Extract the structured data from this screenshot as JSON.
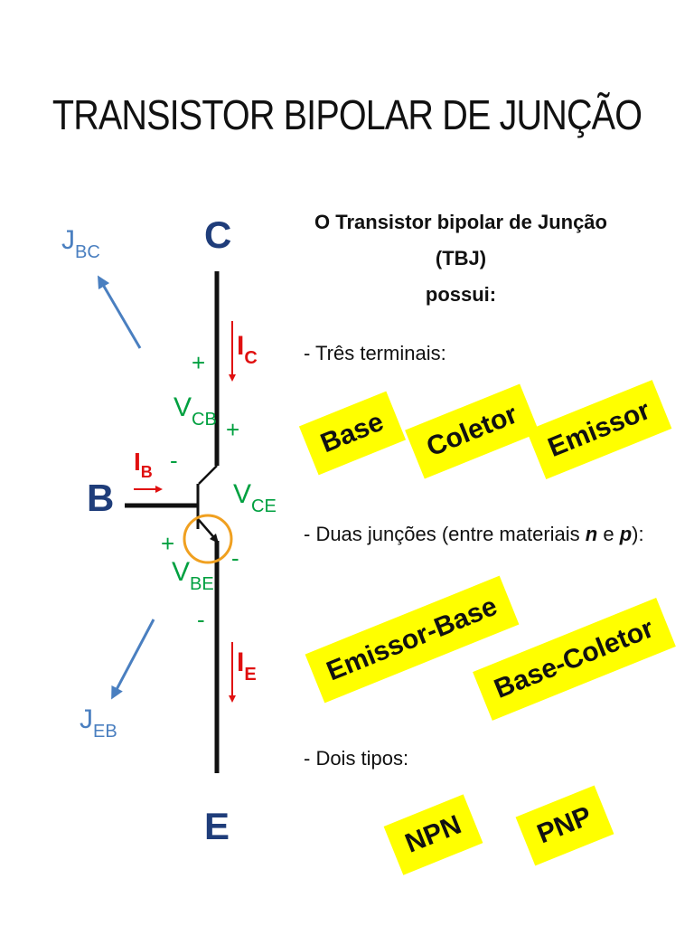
{
  "title": "TRANSISTOR BIPOLAR DE JUNÇÃO",
  "intro": {
    "line1": "O Transistor bipolar de Junção (TBJ)",
    "line2": "possui:"
  },
  "sections": {
    "terminals": "- Três terminais:",
    "junctions": {
      "prefix": "- Duas junções (entre materiais ",
      "n": "n",
      "and": " e ",
      "p": "p",
      "suffix": "):"
    },
    "types": "- Dois tipos:"
  },
  "tags": {
    "base": "Base",
    "coletor": "Coletor",
    "emissor": "Emissor",
    "emissor_base": "Emissor-Base",
    "base_coletor": "Base-Coletor",
    "npn": "NPN",
    "pnp": "PNP"
  },
  "diagram": {
    "terminal_c": "C",
    "terminal_b": "B",
    "terminal_e": "E",
    "ic": {
      "main": "I",
      "sub": "C"
    },
    "ib": {
      "main": "I",
      "sub": "B"
    },
    "ie": {
      "main": "I",
      "sub": "E"
    },
    "vcb": {
      "main": "V",
      "sub": "CB"
    },
    "vce": {
      "main": "V",
      "sub": "CE"
    },
    "vbe": {
      "main": "V",
      "sub": "BE"
    },
    "jbc": {
      "main": "J",
      "sub": "BC"
    },
    "jeb": {
      "main": "J",
      "sub": "EB"
    },
    "plus": "+",
    "minus": "-"
  },
  "colors": {
    "terminal": "#1f3d7a",
    "current": "#e01010",
    "voltage": "#00a040",
    "junction": "#4a7fc0",
    "highlight": "#f0a020",
    "tag": "#ffff00"
  }
}
